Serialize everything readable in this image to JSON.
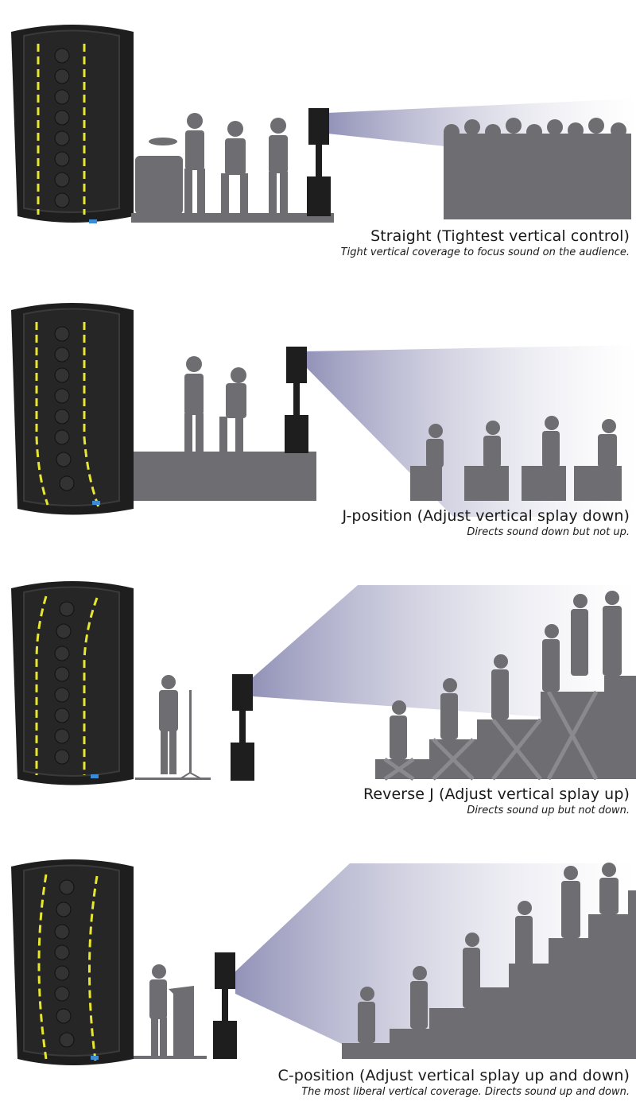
{
  "panels": [
    {
      "title": "Straight (Tightest vertical control)",
      "description": "Tight vertical coverage to focus sound on the audience."
    },
    {
      "title": "J-position (Adjust vertical splay down)",
      "description": "Directs sound down but not up."
    },
    {
      "title": "Reverse J (Adjust vertical splay up)",
      "description": "Directs sound up but not down."
    },
    {
      "title": "C-position (Adjust vertical splay up and down)",
      "description": "The most liberal vertical coverage. Directs sound up and down."
    }
  ],
  "colors": {
    "speaker_body": "#1e1e1e",
    "speaker_edge": "#3a3a3a",
    "driver": "#2c2c2c",
    "dash_line": "#e6e633",
    "silhouette": "#6d6d72",
    "coverage": "#9c9cc0",
    "caption_text": "#1a1a1a"
  }
}
